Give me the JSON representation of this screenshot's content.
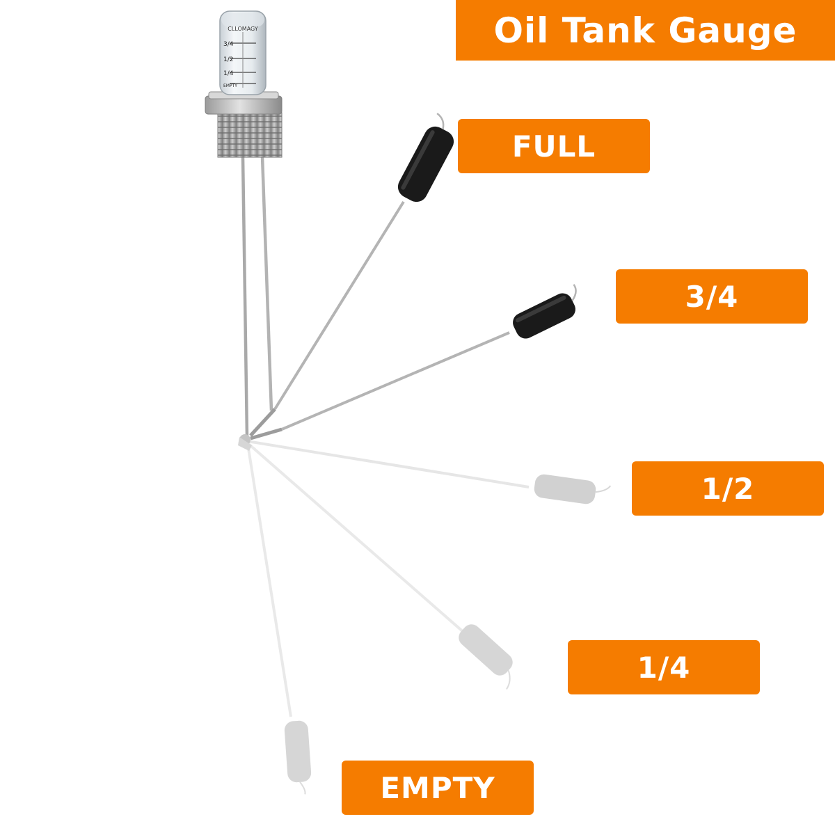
{
  "title": "Oil Tank Gauge",
  "levels": {
    "full": "FULL",
    "three_quarter": "3/4",
    "half": "1/2",
    "quarter": "1/4",
    "empty": "EMPTY"
  },
  "gauge": {
    "brand": "CLLOMAGY",
    "scale_labels": [
      "3/4",
      "1/2",
      "1/4",
      "EMPTY"
    ]
  },
  "colors": {
    "accent": "#f57c00",
    "text_on_accent": "#ffffff",
    "float_dark": "#1a1a1a",
    "rod": "#b8b8b8",
    "ghost": "#d4d4d4"
  }
}
